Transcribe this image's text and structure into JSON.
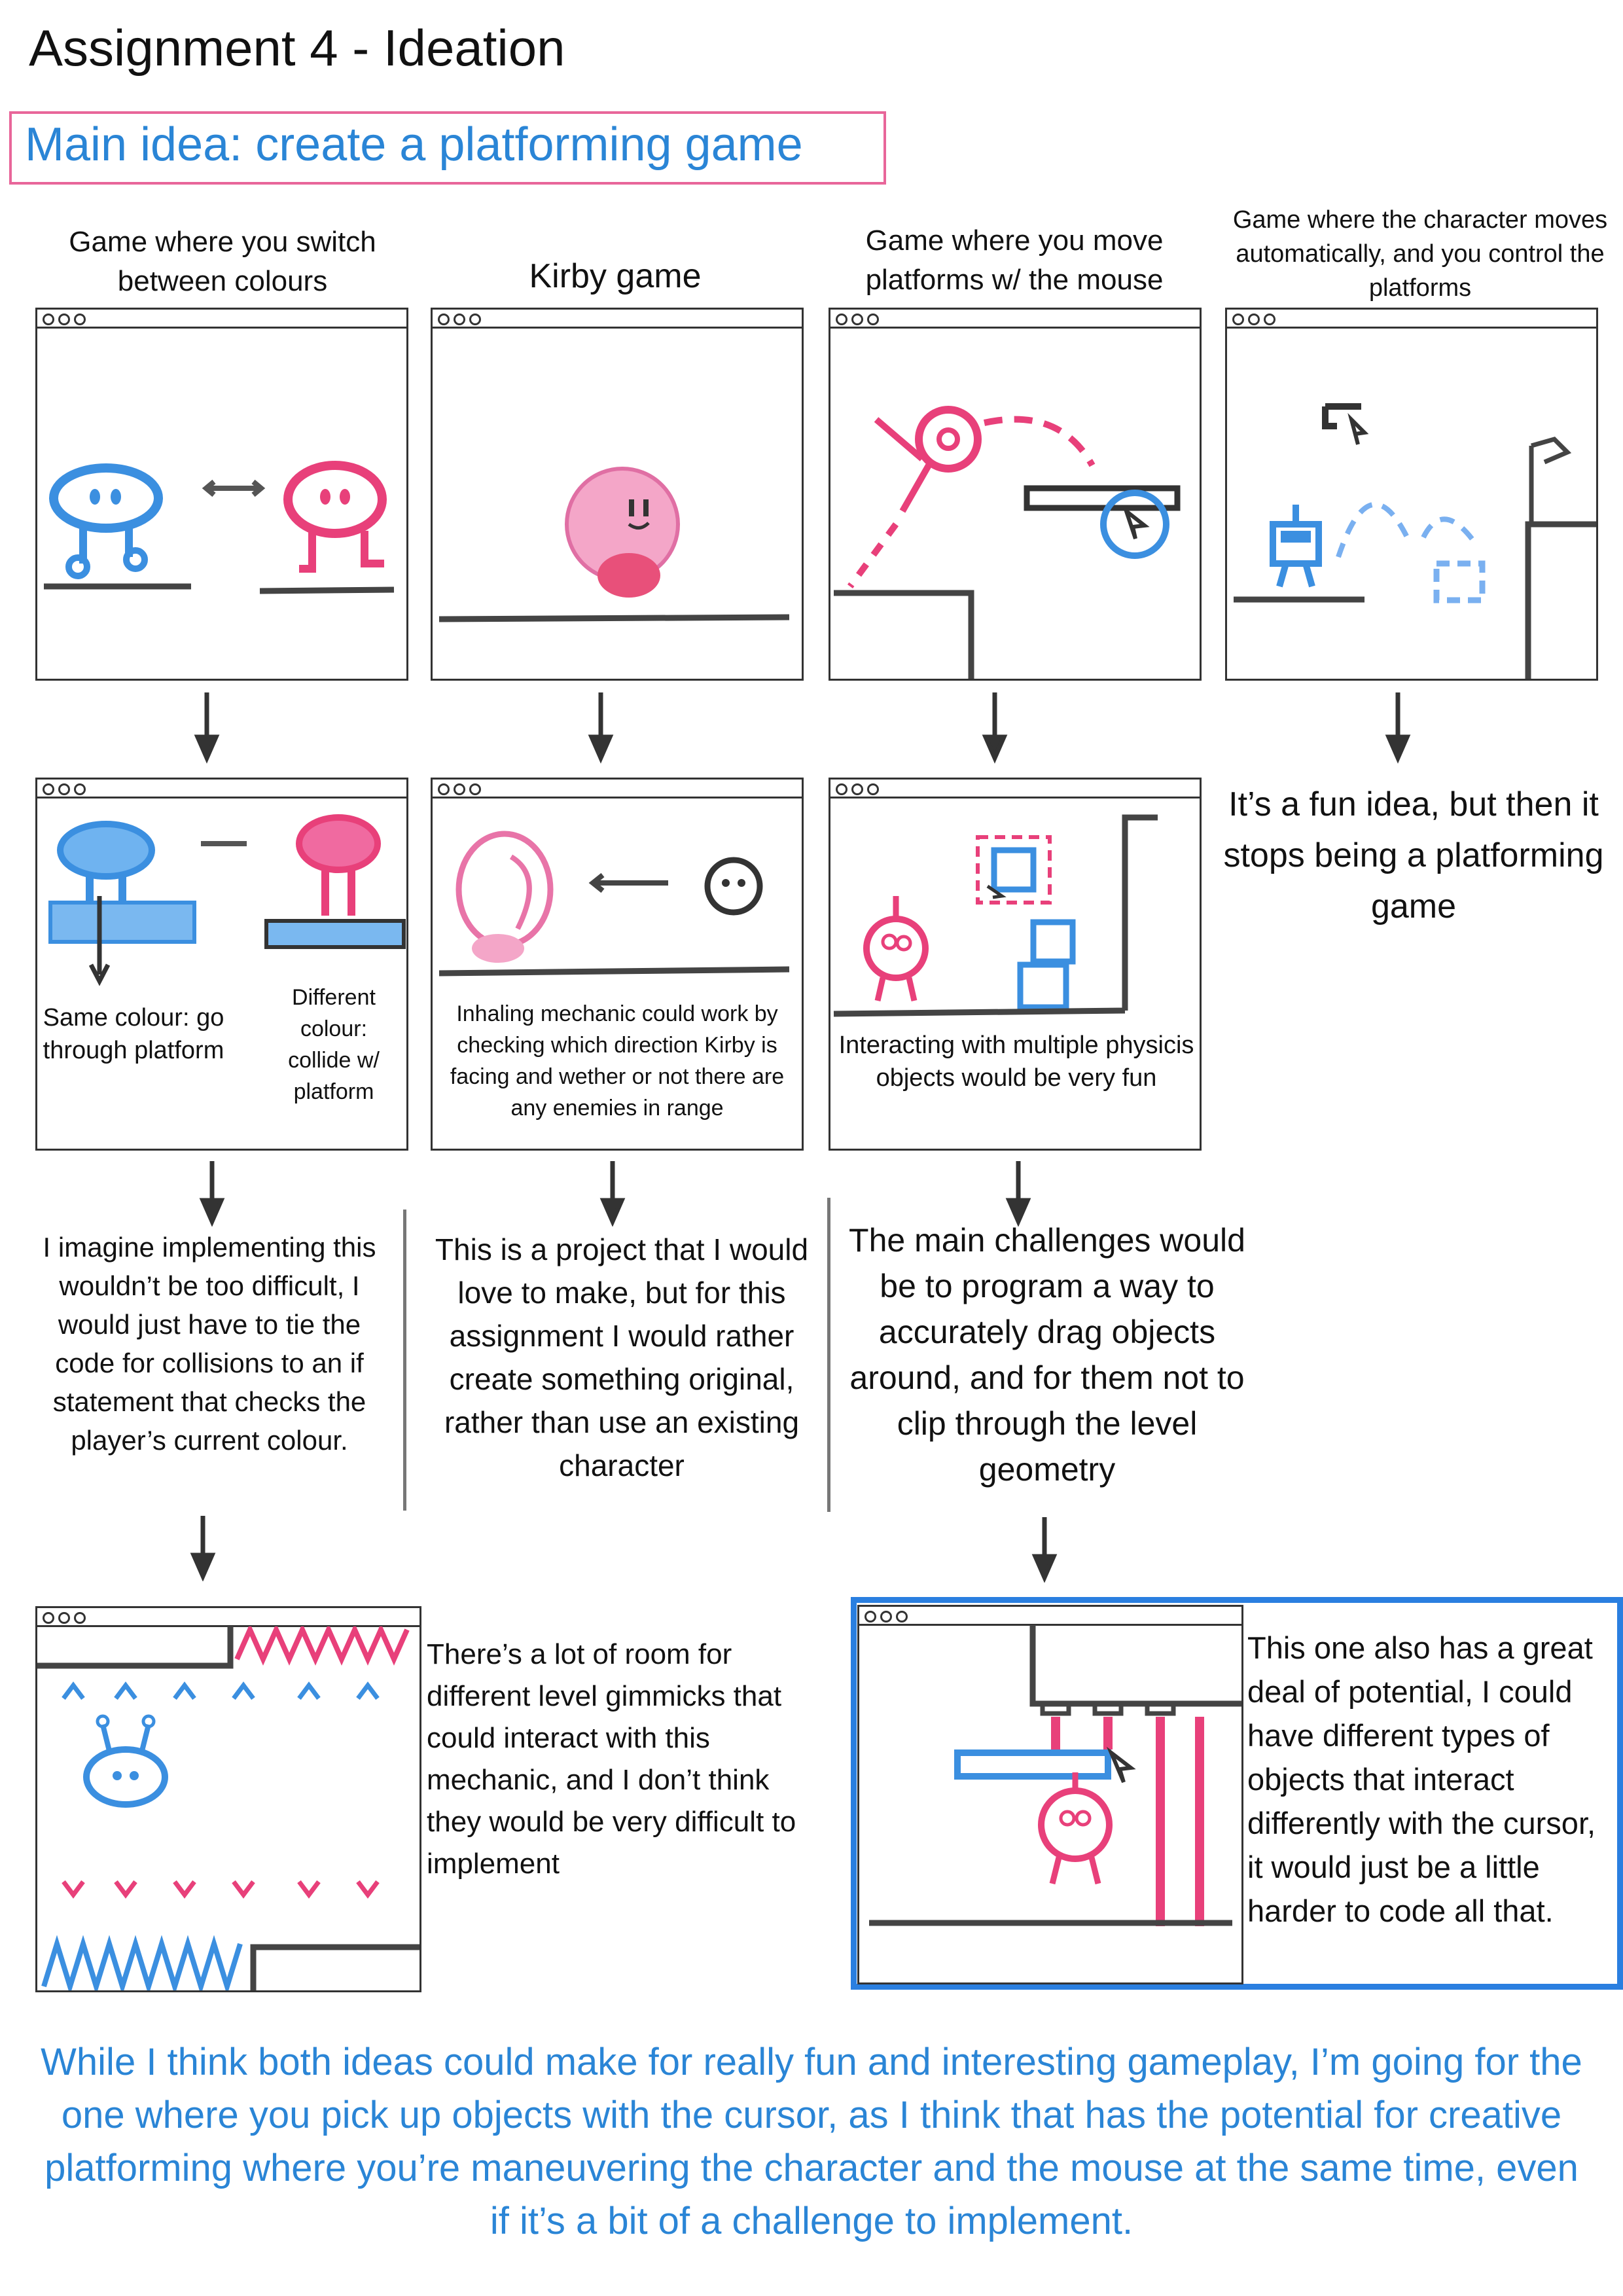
{
  "title": "Assignment 4 - Ideation",
  "main_idea": "Main idea: create a platforming game",
  "columns": [
    {
      "heading": "Game where you switch between colours"
    },
    {
      "heading": "Kirby game"
    },
    {
      "heading": "Game where you move platforms w/ the mouse"
    },
    {
      "heading": "Game where the character moves automatically, and you control the platforms"
    }
  ],
  "captions": {
    "same_colour": "Same colour: go through platform",
    "different_colour": "Different colour: collide w/ platform",
    "inhaling": "Inhaling mechanic could work by checking which direction Kirby is facing and wether or not there are any enemies in range",
    "physics": "Interacting with multiple physicis objects would be very fun"
  },
  "notes": {
    "col4_verdict": "It’s a fun idea, but then it stops being a platforming game",
    "col1_note": "I imagine implementing this wouldn’t be too difficult, I would just have to tie the code for collisions to an if statement that checks the player’s current colour.",
    "col2_note": "This is a project that I would love to make, but for this assignment I would rather create something original, rather than use an existing character",
    "col3_note": "The main challenges would be to program a way to accurately drag objects around, and for them not to clip through the level geometry",
    "bottom_left_note": "There’s a lot of room for different level gimmicks that could interact with this mechanic, and I don’t think they would be very difficult to implement",
    "bottom_right_note": "This one also has a great deal of potential, I could have different types of objects that interact differently with the cursor, it would just be a little harder to code all that."
  },
  "conclusion": "While I think both ideas could make for really fun and interesting gameplay, I’m going for the one where you pick up objects with the cursor, as I think that has the potential for creative platforming where you’re maneuvering the character and the mouse at the same time, even if it’s a bit of a challenge to implement.",
  "colors": {
    "pink": "#e8407a",
    "blue": "#3b8fe0",
    "ink": "#333333",
    "accent_text": "#2a85d6"
  }
}
